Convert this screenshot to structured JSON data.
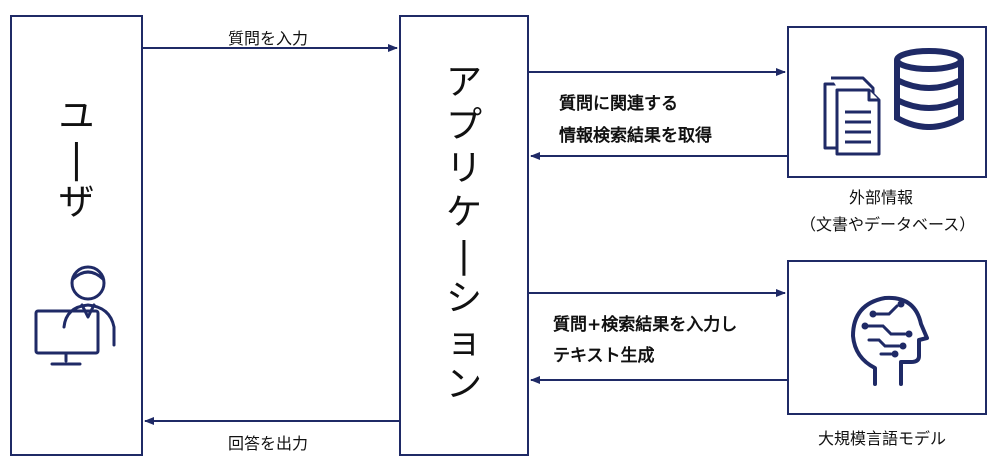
{
  "user": {
    "title_chars": [
      "ユ",
      "|",
      "ザ"
    ]
  },
  "app": {
    "title_chars": [
      "ア",
      "プ",
      "リ",
      "ケ",
      "|",
      "シ",
      "ョ",
      "ン"
    ]
  },
  "arrows": {
    "input_question": "質問を入力",
    "output_answer": "回答を出力",
    "retrieve_line1": "質問に関連する",
    "retrieve_line2": "情報検索結果を取得",
    "generate_line1": "質問+検索結果を入力し",
    "generate_line2": "テキスト生成"
  },
  "external": {
    "label_line1": "外部情報",
    "label_line2": "（文書やデータベース）"
  },
  "llm": {
    "label": "大規模言語モデル"
  },
  "colors": {
    "navy": "#1f2a66",
    "text": "#111111"
  },
  "icons": [
    "person-at-computer-icon",
    "documents-icon",
    "database-icon",
    "ai-brain-head-icon"
  ]
}
